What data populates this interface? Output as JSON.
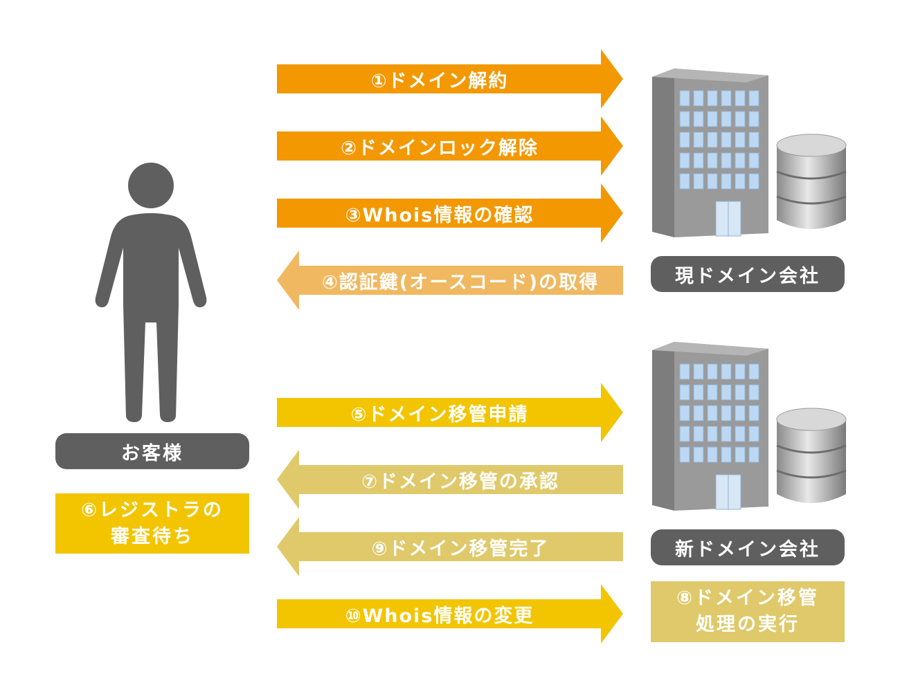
{
  "colors": {
    "orange": "#f39800",
    "light_orange": "#f0b860",
    "yellow": "#f2c500",
    "khaki": "#dfc96a",
    "pill_gray": "#5f5f5f",
    "person_gray": "#5f5f5f"
  },
  "customer": {
    "label": "お客様",
    "icon": "person-icon",
    "status_line1": "⑥レジストラの",
    "status_line2": "審査待ち"
  },
  "current_registrar": {
    "label": "現ドメイン会社",
    "icons": [
      "office-building-icon",
      "database-icon"
    ]
  },
  "new_registrar": {
    "label": "新ドメイン会社",
    "icons": [
      "office-building-icon",
      "database-icon"
    ],
    "status_line1": "⑧ドメイン移管",
    "status_line2": "処理の実行"
  },
  "arrows": [
    {
      "label": "①ドメイン解約",
      "direction": "right",
      "color": "orange"
    },
    {
      "label": "②ドメインロック解除",
      "direction": "right",
      "color": "orange"
    },
    {
      "label": "③Whois情報の確認",
      "direction": "right",
      "color": "orange"
    },
    {
      "label": "④認証鍵(オースコード)の取得",
      "direction": "left",
      "color": "light_orange"
    },
    {
      "label": "⑤ドメイン移管申請",
      "direction": "right",
      "color": "yellow"
    },
    {
      "label": "⑦ドメイン移管の承認",
      "direction": "left",
      "color": "khaki"
    },
    {
      "label": "⑨ドメイン移管完了",
      "direction": "left",
      "color": "khaki"
    },
    {
      "label": "⑩Whois情報の変更",
      "direction": "right",
      "color": "yellow"
    }
  ]
}
